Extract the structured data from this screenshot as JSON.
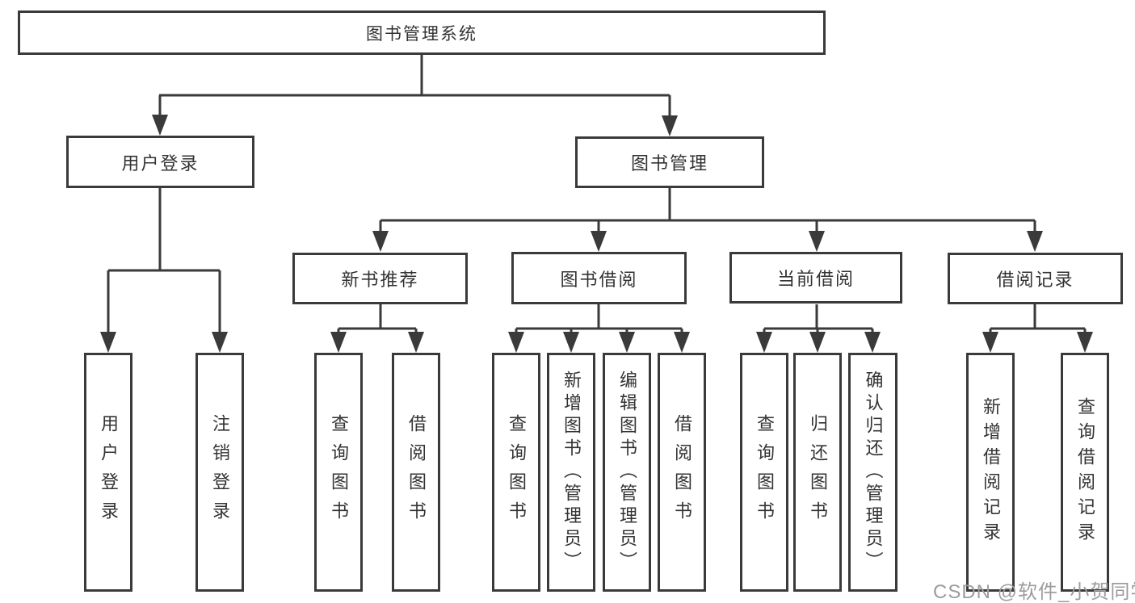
{
  "diagram_title": "图书管理系统",
  "tree": {
    "label": "图书管理系统",
    "children": [
      {
        "label": "用户登录",
        "children": [
          {
            "label": "用户登录"
          },
          {
            "label": "注销登录"
          }
        ]
      },
      {
        "label": "图书管理",
        "children": [
          {
            "label": "新书推荐",
            "children": [
              {
                "label": "查询图书"
              },
              {
                "label": "借阅图书"
              }
            ]
          },
          {
            "label": "图书借阅",
            "children": [
              {
                "label": "查询图书"
              },
              {
                "label": "新增图书（管理员）"
              },
              {
                "label": "编辑图书（管理员）"
              },
              {
                "label": "借阅图书"
              }
            ]
          },
          {
            "label": "当前借阅",
            "children": [
              {
                "label": "查询图书"
              },
              {
                "label": "归还图书"
              },
              {
                "label": "确认归还（管理员）"
              }
            ]
          },
          {
            "label": "借阅记录",
            "children": [
              {
                "label": "新增借阅记录"
              },
              {
                "label": "查询借阅记录"
              }
            ]
          }
        ]
      }
    ]
  },
  "watermark": "CSDN @软件_小贺同学",
  "colors": {
    "line": "#3a3a3a",
    "box_border": "#3a3a3a",
    "text": "#333333",
    "watermark": "#9c9c9c",
    "background": "#ffffff"
  }
}
